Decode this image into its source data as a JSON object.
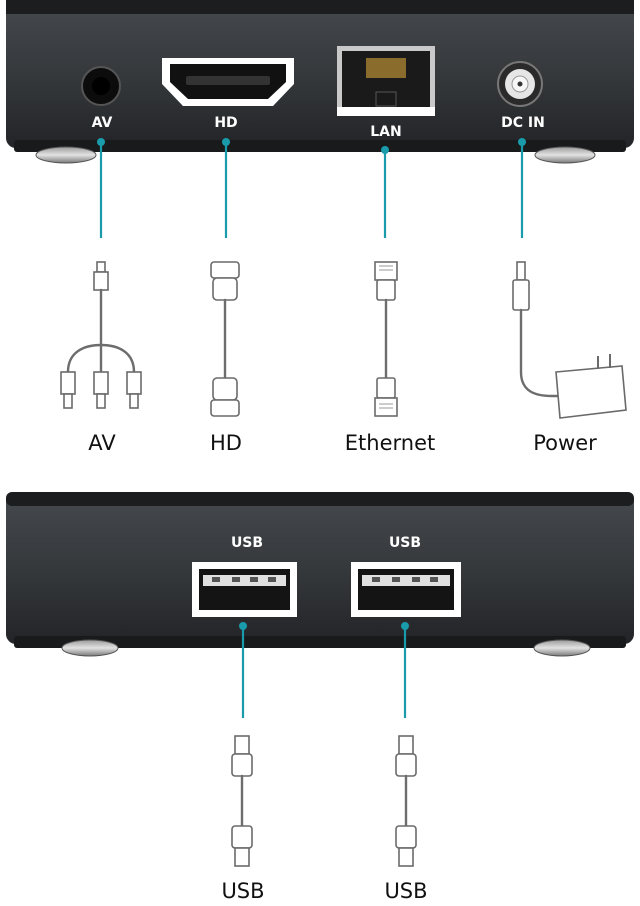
{
  "colors": {
    "accent": "#1a9bab",
    "device_body": "#36393c",
    "device_top": "#1b1d1f",
    "port_label": "#ffffff",
    "cable_outline": "#6a6a6a",
    "text": "#111111"
  },
  "top_panel": {
    "ports": [
      {
        "label": "AV",
        "icon": "av-jack-icon"
      },
      {
        "label": "HD",
        "icon": "hdmi-port-icon"
      },
      {
        "label": "LAN",
        "icon": "ethernet-port-icon"
      },
      {
        "label": "DC IN",
        "icon": "dc-power-port-icon"
      }
    ],
    "cables": [
      {
        "label": "AV",
        "icon": "av-cable-icon"
      },
      {
        "label": "HD",
        "icon": "hdmi-cable-icon"
      },
      {
        "label": "Ethernet",
        "icon": "ethernet-cable-icon"
      },
      {
        "label": "Power",
        "icon": "power-adapter-icon"
      }
    ]
  },
  "bottom_panel": {
    "ports": [
      {
        "label": "USB",
        "icon": "usb-port-icon"
      },
      {
        "label": "USB",
        "icon": "usb-port-icon"
      }
    ],
    "cables": [
      {
        "label": "USB",
        "icon": "usb-cable-icon"
      },
      {
        "label": "USB",
        "icon": "usb-cable-icon"
      }
    ]
  }
}
